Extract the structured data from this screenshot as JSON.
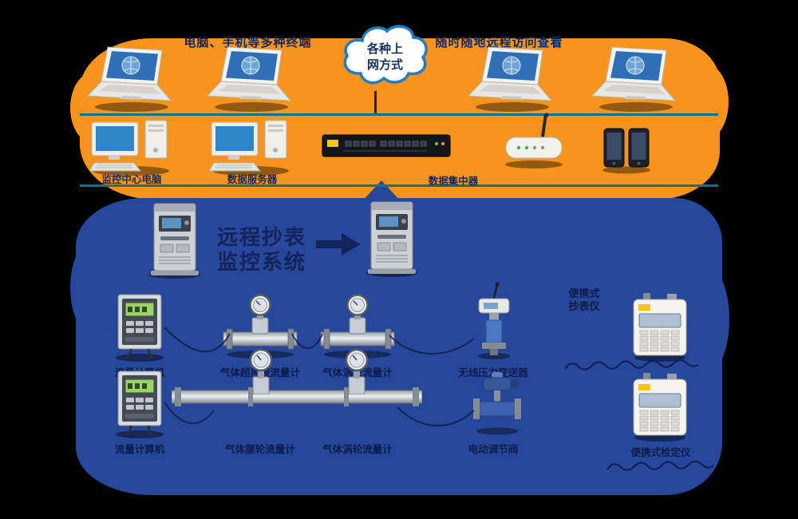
{
  "top": {
    "left_text": "电脑、手机等多种终端",
    "right_text": "随时随地远程访问查看",
    "cloud_label": "各种上网方式"
  },
  "row2": {
    "pc1_label": "监控中心电脑",
    "pc2_label": "数据服务器",
    "rack_label": "数据集中器"
  },
  "row3": {
    "line1": "远程抄表",
    "line2": "监控系统"
  },
  "row4": {
    "labels": [
      "流量计算机",
      "气体超声波流量计",
      "气体涡轮流量计",
      "无线压力变送器"
    ],
    "right_title": "便携式抄表仪"
  },
  "row5": {
    "labels": [
      "流量计算机",
      "气体腰轮流量计",
      "气体涡轮流量计",
      "电动调节阀"
    ],
    "right_title": "便携式检定仪"
  },
  "colors": {
    "orange": "#F7941D",
    "blue": "#27479B",
    "teal": "#0C7686",
    "navy": "#13245C",
    "accent_yellow": "#F5C518",
    "cloud_border": "#1D7DC2"
  }
}
